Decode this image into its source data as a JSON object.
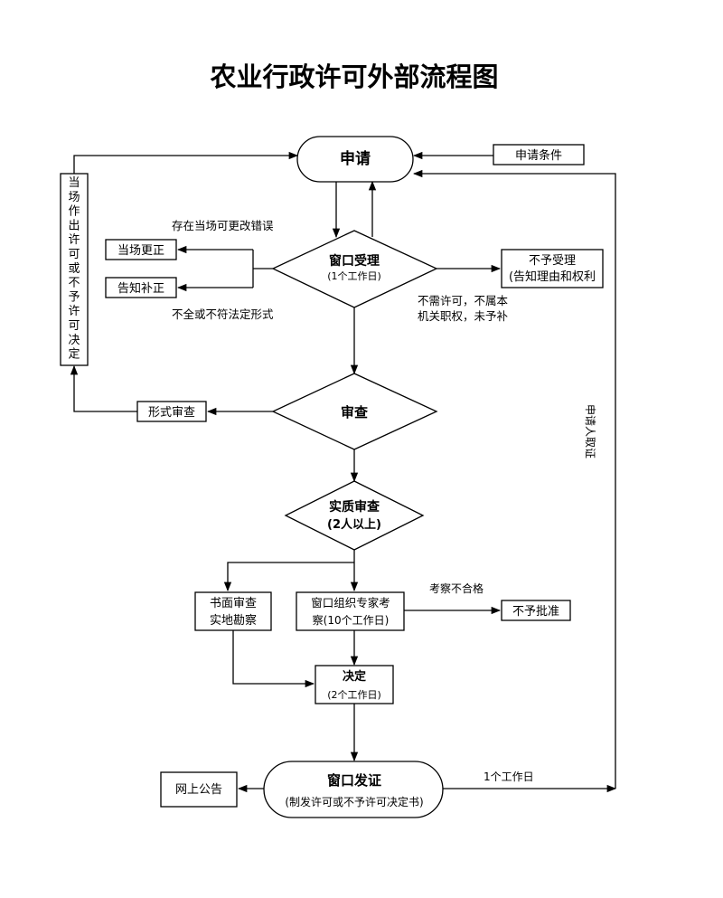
{
  "title": "农业行政许可外部流程图",
  "nodes": {
    "apply": "申请",
    "apply_conditions": "申请条件",
    "window_accept": "窗口受理",
    "window_accept_sub": "(1个工作日)",
    "correct_on_site": "当场更正",
    "notify_supplement": "告知补正",
    "reject_accept_1": "不予受理",
    "reject_accept_2": "(告知理由和权利",
    "onsite_decision": [
      "当",
      "场",
      "作",
      "出",
      "许",
      "可",
      "或",
      "不",
      "予",
      "许",
      "可",
      "决",
      "定"
    ],
    "review": "审查",
    "formal_review": "形式审查",
    "substantive_review": "实质审查",
    "substantive_review_sub": "(2人以上)",
    "written_review_1": "书面审查",
    "written_review_2": "实地勘察",
    "expert_review_1": "窗口组织专家考",
    "expert_review_2": "察(10个工作日)",
    "reject_approve": "不予批准",
    "decision": "决定",
    "decision_sub": "(2个工作日)",
    "issue": "窗口发证",
    "issue_sub": "(制发许可或不予许可决定书)",
    "online_notice": "网上公告"
  },
  "annotations": {
    "errors_correctable": "存在当场可更改错误",
    "incomplete": "不全或不符法定形式",
    "no_permit_1": "不需许可，不属本",
    "no_permit_2": "机关职权，未予补",
    "inspection_failed": "考察不合格",
    "applicant_receives": "申请人取证",
    "one_workday": "1个工作日"
  }
}
